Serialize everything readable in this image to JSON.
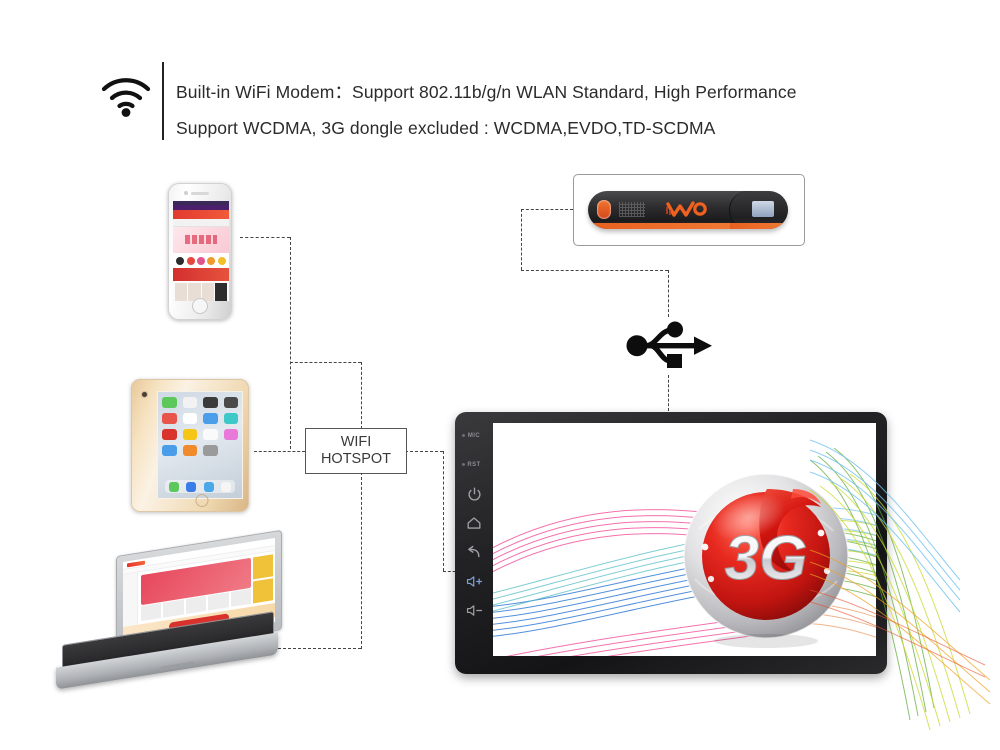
{
  "header": {
    "icon": "wifi-icon",
    "lines": [
      "Built-in WiFi Modem：Support 802.11b/g/n WLAN Standard, High Performance",
      "Support WCDMA, 3G dongle excluded : WCDMA,EVDO,TD-SCDMA"
    ]
  },
  "hotspot": {
    "line1": "WIFI",
    "line2": "HOTSPOT"
  },
  "devices": {
    "phone": {
      "name": "smartphone"
    },
    "tablet": {
      "name": "tablet"
    },
    "laptop": {
      "name": "laptop"
    },
    "dongle": {
      "name": "usb-3g-dongle",
      "logo": "wo-logo"
    },
    "usb_icon": {
      "name": "usb-icon"
    },
    "head_unit": {
      "name": "car-head-unit"
    }
  },
  "head_unit": {
    "buttons": [
      {
        "label": "MIC",
        "type": "text"
      },
      {
        "label": "RST",
        "type": "text"
      },
      {
        "label": "power",
        "type": "icon"
      },
      {
        "label": "home",
        "type": "icon"
      },
      {
        "label": "back",
        "type": "icon"
      },
      {
        "label": "volume-up",
        "type": "icon"
      },
      {
        "label": "volume-down",
        "type": "icon"
      }
    ],
    "screen_badge": "3G"
  },
  "colors": {
    "badge_red": "#d81f1f",
    "dongle_orange": "#e8601f",
    "line": "#444444",
    "text": "#2b2b2b",
    "wave_green": "#7ac943",
    "wave_blue": "#3fa9f5",
    "wave_yellow": "#f5d020",
    "wave_orange": "#f07a33",
    "wave_pink": "#ee3a80"
  }
}
